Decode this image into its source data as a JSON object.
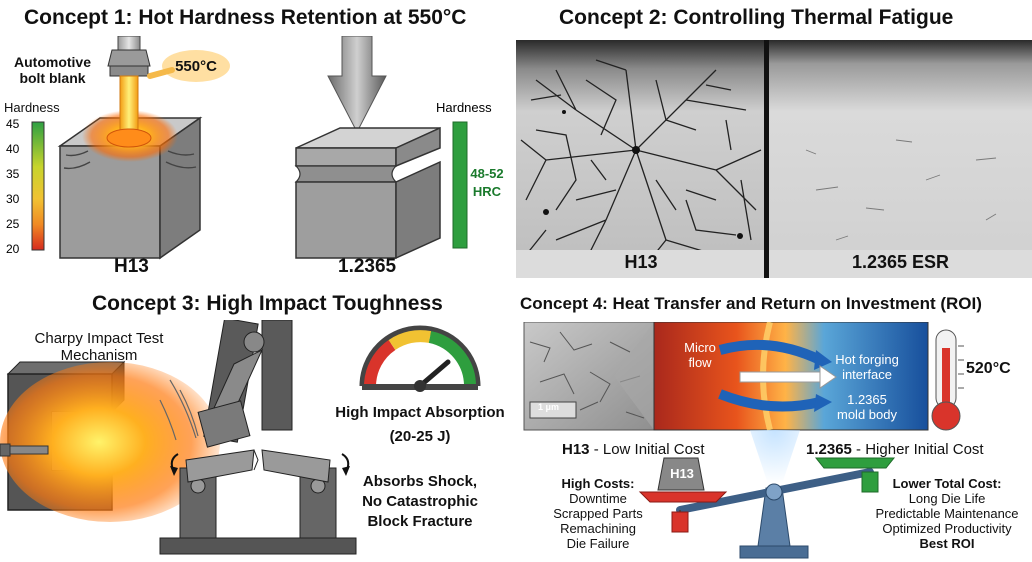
{
  "concept1": {
    "title": "Concept 1: Hot Hardness Retention at 550°C",
    "bolt_label_line1": "Automotive",
    "bolt_label_line2": "bolt blank",
    "temperature": "550°C",
    "left_scale_title": "Hardness",
    "left_scale_ticks": [
      "45",
      "40",
      "35",
      "30",
      "25",
      "20"
    ],
    "left_material": "H13",
    "right_scale_title": "Hardness",
    "right_scale_value_line1": "48-52",
    "right_scale_value_line2": "HRC",
    "right_material": "1.2365"
  },
  "concept2": {
    "title": "Concept 2: Controlling Thermal Fatigue",
    "left_material": "H13",
    "right_material": "1.2365 ESR"
  },
  "concept3": {
    "title": "Concept 3: High Impact Toughness",
    "test_label_line1": "Charpy Impact Test",
    "test_label_line2": "Mechanism",
    "gauge_label": "High Impact Absorption",
    "gauge_value": "(20-25 J)",
    "claim_line1": "Absorbs Shock,",
    "claim_line2": "No Catastrophic",
    "claim_line3": "Block Fracture"
  },
  "concept4": {
    "title": "Concept 4: Heat Transfer and Return on Investment (ROI)",
    "scale_bar": "1 μm",
    "micro_line1": "Micro",
    "micro_line2": "flow",
    "interface_line1": "Hot forging",
    "interface_line2": "interface",
    "mold_line1": "1.2365",
    "mold_line2": "mold body",
    "temperature": "520°C",
    "left_header_material": "H13",
    "left_header_text": " - Low Initial Cost",
    "right_header_material": "1.2365",
    "right_header_text": " - Higher Initial Cost",
    "pan_label": "H13",
    "left_list_title": "High Costs:",
    "left_list": [
      "Downtime",
      "Scrapped Parts",
      "Remachining",
      "Die Failure"
    ],
    "right_list_title": "Lower Total Cost:",
    "right_list": [
      "Long Die Life",
      "Predictable Maintenance",
      "Optimized Productivity"
    ],
    "right_list_final": "Best ROI"
  },
  "colors": {
    "hot_orange": "#f39c12",
    "hardness_green": "#2e9e3e",
    "cold_blue": "#1f63b8",
    "thermo_red": "#d9342b"
  }
}
